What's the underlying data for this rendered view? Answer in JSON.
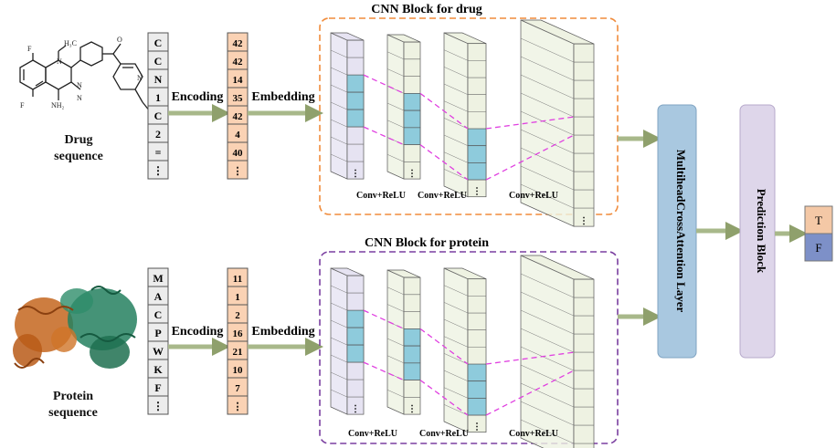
{
  "drug": {
    "label_line1": "Drug",
    "label_line2": "sequence",
    "sequence": [
      "C",
      "C",
      "N",
      "1",
      "C",
      "2",
      "=",
      "⋮"
    ],
    "embedding": [
      "42",
      "42",
      "14",
      "35",
      "42",
      "4",
      "40",
      "⋮"
    ],
    "cnn_title": "CNN Block for drug",
    "molecule_labels": [
      "F",
      "N",
      "H₃C",
      "N",
      "O",
      "N",
      "F",
      "NH₂",
      "N",
      "N"
    ]
  },
  "protein": {
    "label_line1": "Protein",
    "label_line2": "sequence",
    "sequence": [
      "M",
      "A",
      "C",
      "P",
      "W",
      "K",
      "F",
      "⋮"
    ],
    "embedding": [
      "11",
      "1",
      "2",
      "16",
      "21",
      "10",
      "7",
      "⋮"
    ],
    "cnn_title": "CNN Block for protein"
  },
  "encoding_label": "Encoding",
  "embedding_label": "Embedding",
  "conv_label": "Conv+ReLU",
  "layer_dots": "⋮",
  "attention_label": "MultiheadCrossAttention Layer",
  "prediction_label": "Prediction Block",
  "outputs": [
    "T",
    "F"
  ],
  "colors": {
    "drug_box": "#f08c3c",
    "protein_box": "#7a3fa0",
    "seq_fill": "#ececec",
    "emb_fill": "#fad2b4",
    "layer1": "#e6e3f2",
    "layer2": "#eef2e2",
    "highlight": "#8ecbdc",
    "dash": "#e040e0",
    "arrow": "#a8b88a",
    "attention": "#a9c8e0",
    "prediction": "#ded6ea",
    "out_t": "#f4c8a6",
    "out_f": "#7d90c8"
  }
}
